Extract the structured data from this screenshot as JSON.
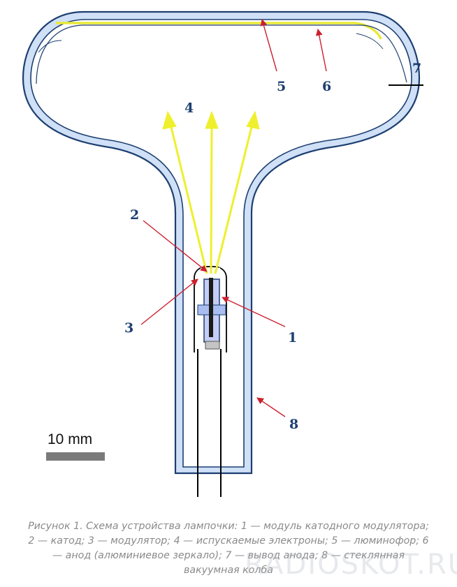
{
  "labels": {
    "n1": "1",
    "n2": "2",
    "n3": "3",
    "n4": "4",
    "n5": "5",
    "n6": "6",
    "n7": "7",
    "n8": "8"
  },
  "scale_bar": {
    "label": "10 mm"
  },
  "caption": "Рисунок 1. Схема устройства лампочки: 1 — модуль катодного модулятора; 2 — катод; 3 — модулятор; 4 — испускаемые электроны; 5 — люминофор; 6 — анод (алюминиевое зеркало); 7 — вывод анода; 8 — стеклянная вакуумная колба",
  "watermark": "RADIOSKOT.RU",
  "colors": {
    "glass_fill": "#cfe0f7",
    "glass_stroke": "#1d3f70",
    "phosphor": "#e8e83a",
    "electrons": "#eef02e",
    "arrows": "#cc1f2f",
    "scale_bar": "#7a7a7a"
  }
}
